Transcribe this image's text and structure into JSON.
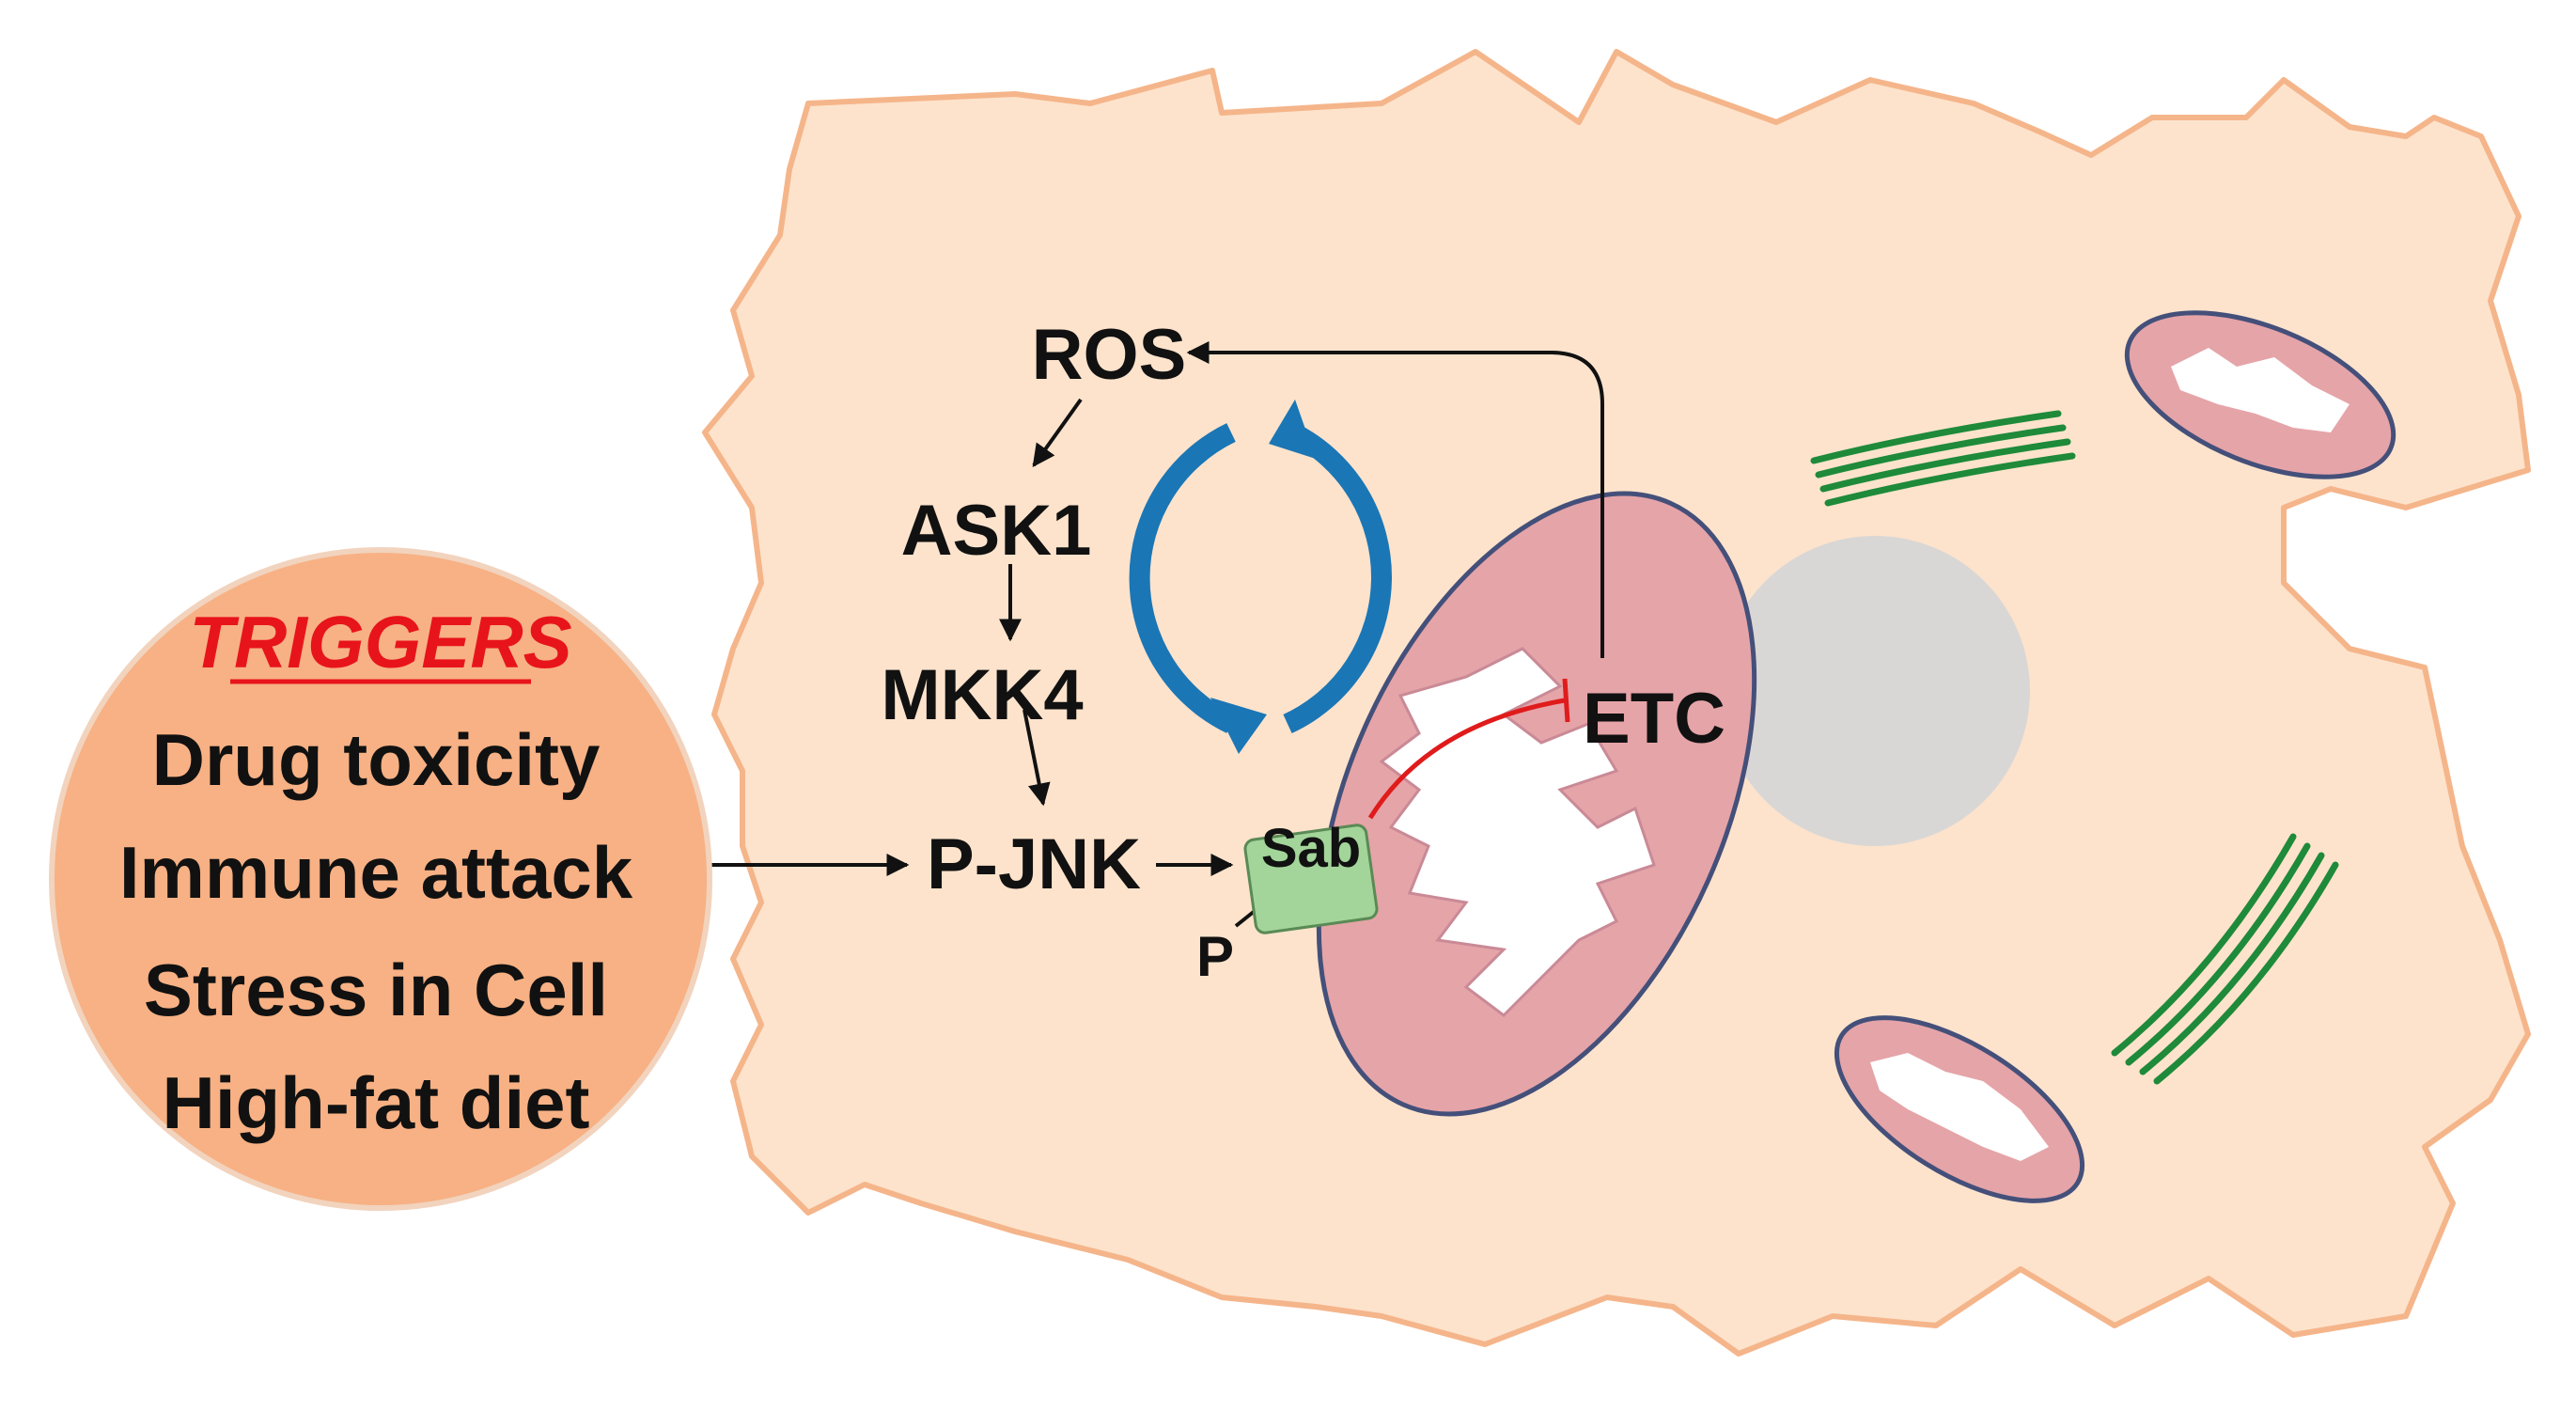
{
  "colors": {
    "cell_fill": "#fde3cc",
    "cell_stroke": "#f5b58a",
    "trigger_fill": "#f7b184",
    "trigger_stroke": "#f2d3bd",
    "mito_fill": "#e5a4a8",
    "mito_stroke": "#44507a",
    "nucleus": "#d9d7d5",
    "cycle_arrow": "#1b76b5",
    "inhibition": "#e01b1b",
    "sab_fill": "#a3d59a",
    "er": "#1e8a3a",
    "title_red": "#e8141b"
  },
  "triggers": {
    "title": "TRIGGERS",
    "items": [
      "Drug toxicity",
      "Immune attack",
      "Stress in Cell",
      "High-fat diet"
    ]
  },
  "pathway": {
    "ros": "ROS",
    "ask1": "ASK1",
    "mkk4": "MKK4",
    "pjnk": "P-JNK",
    "sab": "Sab",
    "p": "P",
    "etc": "ETC"
  }
}
